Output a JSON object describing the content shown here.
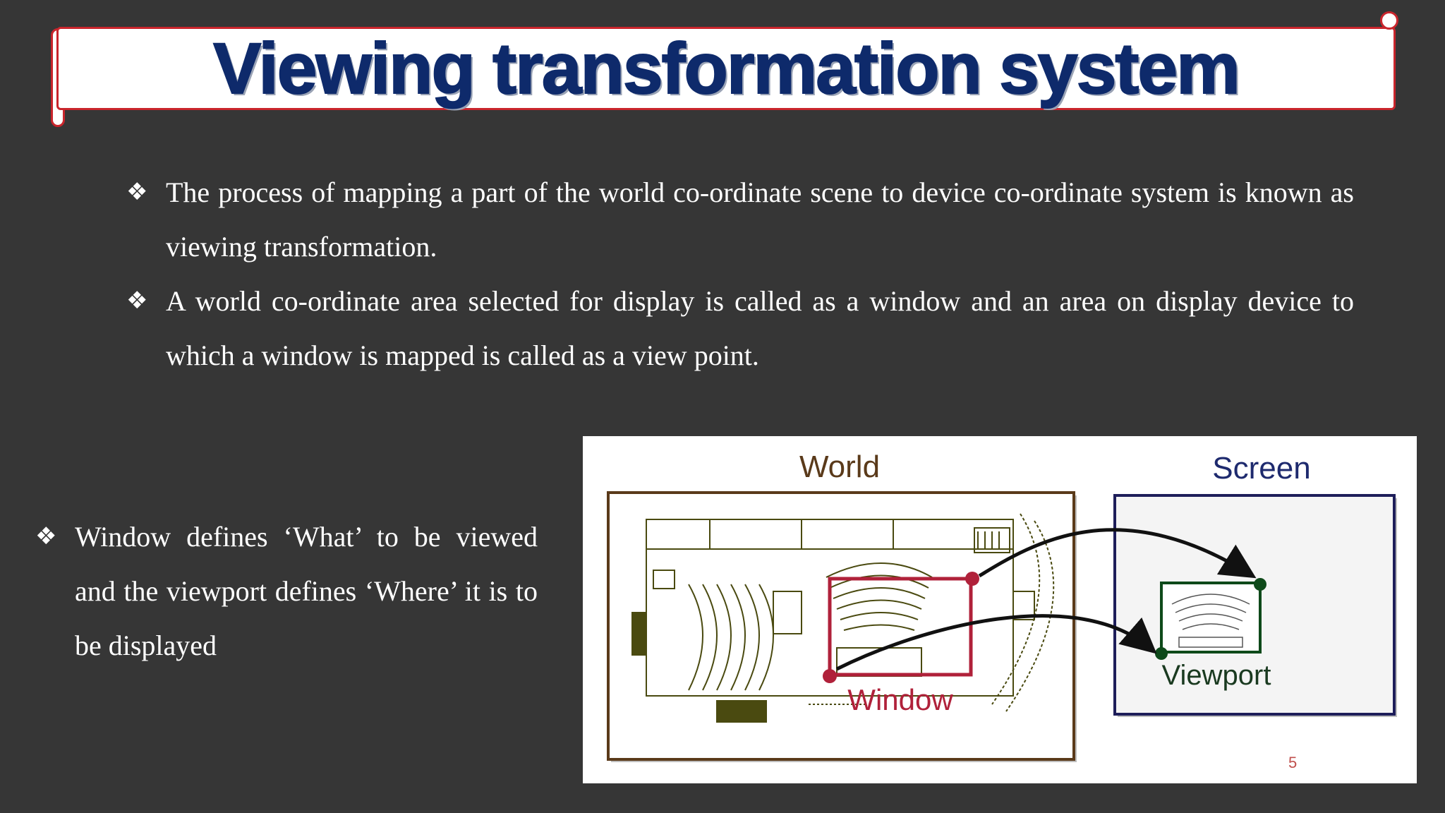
{
  "slide": {
    "title": "Viewing transformation system",
    "bullets": [
      "The process of mapping a part of the world co-ordinate scene to device co-ordinate system is known as viewing transformation.",
      "A world co-ordinate area selected for display is called as a window and an area on display device to which a window is mapped is called as a view point.",
      "Window defines ‘What’ to be viewed and the viewport defines ‘Where’ it is to be displayed"
    ],
    "bullet_symbol": "❖",
    "page_number": "5"
  },
  "diagram": {
    "labels": {
      "world": "World",
      "screen": "Screen",
      "window": "Window",
      "viewport": "Viewport"
    },
    "colors": {
      "world_border": "#5a3a1a",
      "world_label": "#5a3a1a",
      "screen_border": "#1e1e5a",
      "screen_label": "#1e2a6e",
      "window_border": "#b0213a",
      "window_label": "#b0213a",
      "viewport_border": "#0e4a1a",
      "viewport_label": "#1a3a20",
      "floorplan": "#4a4a10",
      "arrow": "#111111"
    }
  }
}
